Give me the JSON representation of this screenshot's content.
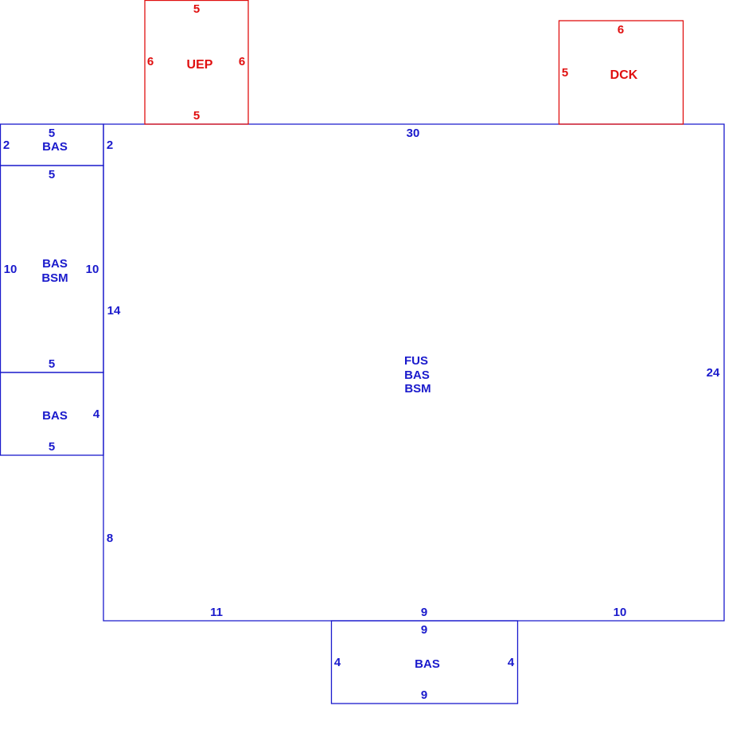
{
  "colors": {
    "blue": "#1a1acc",
    "red": "#e01010"
  },
  "main": {
    "codes": [
      "FUS",
      "BAS",
      "BSM"
    ],
    "dims": {
      "top": "30",
      "right": "24",
      "left_upper": "14",
      "left_lower": "8",
      "bottom_left": "11",
      "bottom_mid": "9",
      "bottom_right": "10"
    }
  },
  "uep": {
    "code": "UEP",
    "dims": {
      "top": "5",
      "bottom": "5",
      "left": "6",
      "right": "6"
    }
  },
  "dck": {
    "code": "DCK",
    "dims": {
      "top": "6",
      "left": "5"
    }
  },
  "left_top": {
    "code": "BAS",
    "dims": {
      "top": "5",
      "left": "2",
      "right": "2"
    }
  },
  "left_mid": {
    "codes": [
      "BAS",
      "BSM"
    ],
    "dims": {
      "top": "5",
      "bottom": "5",
      "left": "10",
      "right": "10"
    }
  },
  "left_bottom": {
    "code": "BAS",
    "dims": {
      "right": "4",
      "bottom": "5"
    }
  },
  "bottom_box": {
    "code": "BAS",
    "dims": {
      "top": "9",
      "bottom": "9",
      "left": "4",
      "right": "4"
    }
  }
}
